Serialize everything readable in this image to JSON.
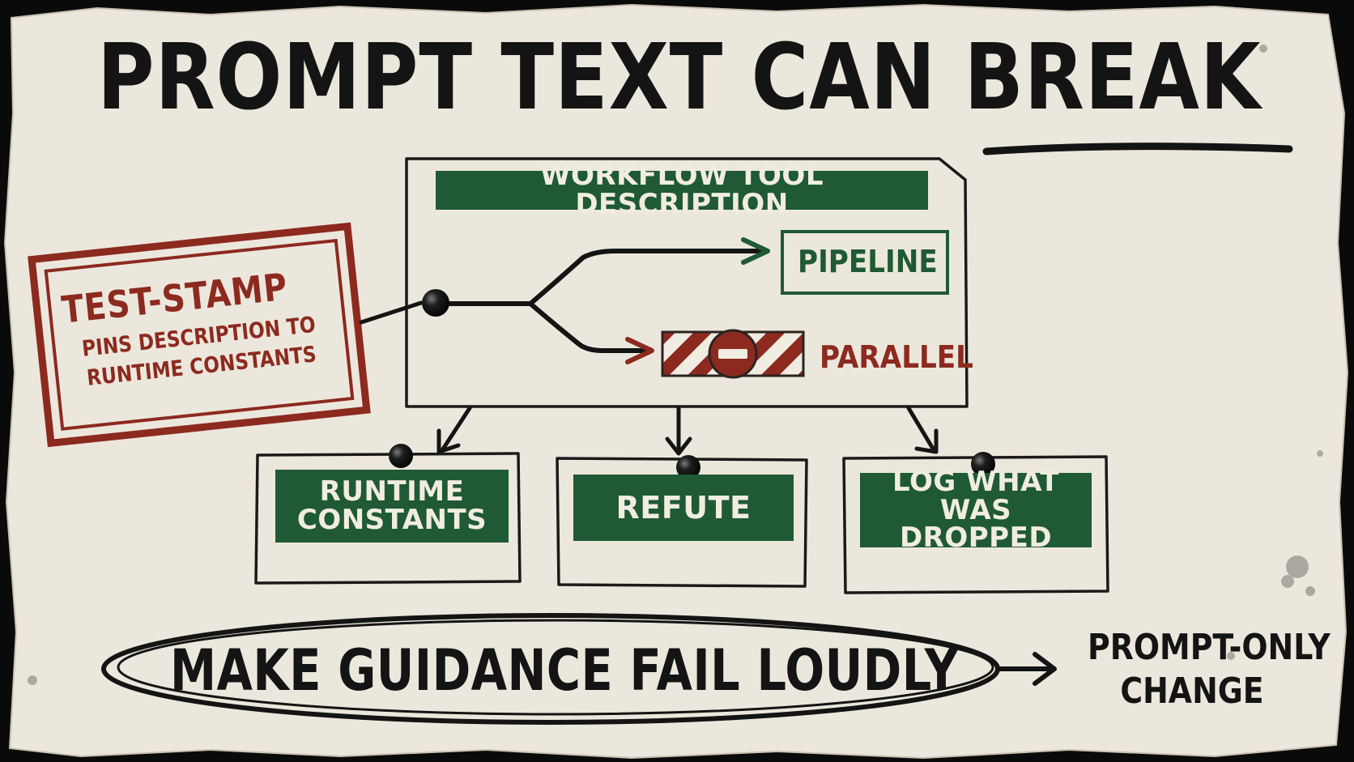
{
  "title": "PROMPT TEXT CAN BREAK",
  "workflow": {
    "header": "WORKFLOW TOOL DESCRIPTION",
    "pipeline_label": "PIPELINE",
    "parallel_label": "PARALLEL"
  },
  "stamp": {
    "title": "TEST-STAMP",
    "line1": "PINS DESCRIPTION TO",
    "line2": "RUNTIME CONSTANTS"
  },
  "cards": [
    {
      "line1": "RUNTIME",
      "line2": "CONSTANTS"
    },
    {
      "line1": "REFUTE",
      "line2": ""
    },
    {
      "line1": "LOG WHAT",
      "line2": "WAS DROPPED"
    }
  ],
  "conclusion": "MAKE GUIDANCE FAIL LOUDLY",
  "side_note": {
    "line1": "PROMPT-ONLY",
    "line2": "CHANGE"
  },
  "colors": {
    "paper": "#ece7dc",
    "ink": "#141414",
    "green": "#1f5a34",
    "red": "#8c2a1f"
  },
  "icons": [
    "pushpin-icon",
    "arrow-icon",
    "no-entry-icon"
  ]
}
